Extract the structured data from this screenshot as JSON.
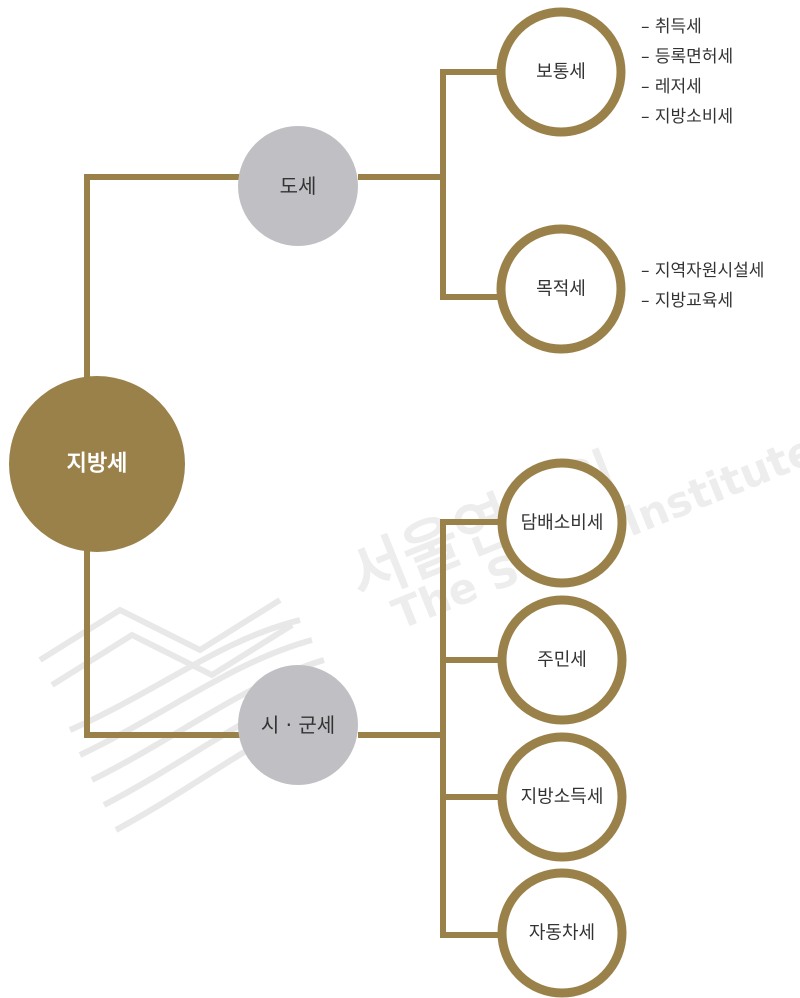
{
  "colors": {
    "gold": "#9a8149",
    "gray": "#c0c0c4",
    "text_dark": "#333333",
    "text_light": "#ffffff",
    "watermark": "#dcdcdc"
  },
  "watermark": {
    "korean": "서울연구원",
    "english": "The Seoul Institute"
  },
  "root": {
    "label": "지방세"
  },
  "branches": [
    {
      "label": "도세",
      "children": [
        {
          "label": "보통세",
          "items": [
            "– 취득세",
            "– 등록면허세",
            "– 레저세",
            "– 지방소비세"
          ]
        },
        {
          "label": "목적세",
          "items": [
            "– 지역자원시설세",
            "– 지방교육세"
          ]
        }
      ]
    },
    {
      "label": "시 · 군세",
      "children": [
        {
          "label": "담배소비세",
          "items": []
        },
        {
          "label": "주민세",
          "items": []
        },
        {
          "label": "지방소득세",
          "items": []
        },
        {
          "label": "자동차세",
          "items": []
        }
      ]
    }
  ]
}
